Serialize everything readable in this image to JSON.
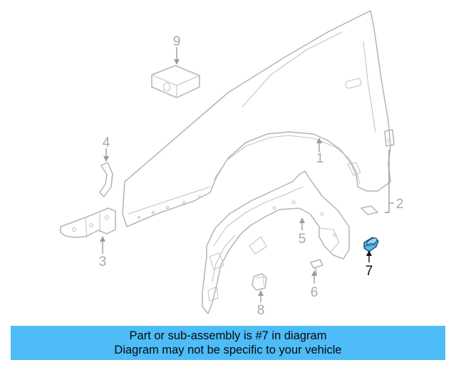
{
  "diagram": {
    "callouts": [
      "1",
      "2",
      "3",
      "4",
      "5",
      "6",
      "7",
      "8",
      "9"
    ],
    "highlighted_part": "7",
    "highlight_color": "#4dbcf7"
  },
  "banner": {
    "line1": "Part or sub-assembly is #7 in diagram",
    "line2": "Diagram may not be specific to your vehicle",
    "background": "#4dbcf7"
  }
}
